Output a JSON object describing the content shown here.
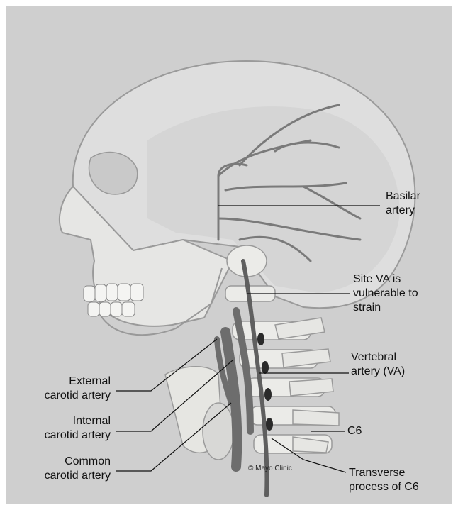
{
  "labels": {
    "basilar": "Basilar\nartery",
    "site_va": "Site VA is\nvulnerable to\nstrain",
    "vertebral": "Vertebral\nartery (VA)",
    "c6": "C6",
    "transverse": "Transverse\nprocess of C6",
    "external": "External\ncarotid artery",
    "internal": "Internal\ncarotid artery",
    "common": "Common\ncarotid artery"
  },
  "credit": "© Mayo Clinic",
  "colors": {
    "background": "#cfcfcf",
    "bone": "#ececea",
    "bone_shadow": "#bdbdbd",
    "artery": "#6d6d6d",
    "leader_line": "#111111"
  }
}
